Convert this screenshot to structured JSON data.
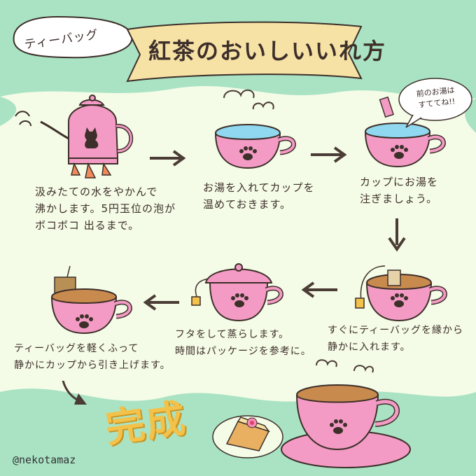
{
  "header": {
    "tag": "ティーバッグ",
    "title": "紅茶のおいしいいれ方"
  },
  "steps": [
    {
      "lines": [
        "汲みたての水をやかんで",
        "沸かします。5円玉位の泡が",
        "ボコボコ 出るまで。"
      ]
    },
    {
      "lines": [
        "お湯を入れてカップを",
        "温めておきます。"
      ]
    },
    {
      "lines": [
        "カップにお湯を",
        "注ぎましょう。"
      ]
    },
    {
      "lines": [
        "すぐにティーバッグを縁から",
        "静かに入れます。"
      ]
    },
    {
      "lines": [
        "フタをして蒸らします。",
        "時間はパッケージを参考に。"
      ]
    },
    {
      "lines": [
        "ティーバッグを軽くふって",
        "静かにカップから引き上げます。"
      ]
    }
  ],
  "bubble": {
    "lines": [
      "前のお湯は",
      "すててね!!"
    ]
  },
  "finish": {
    "label": "完成"
  },
  "credit": {
    "handle": "@nekotamaz"
  },
  "colors": {
    "mint": "#a9e3c4",
    "cream": "#f4fbe6",
    "banner": "#f7e2a6",
    "cup_pink": "#f39bc4",
    "tea": "#c98a4e",
    "water": "#8fd8ef",
    "ink": "#3d2f2a",
    "gold": "#f2c24a"
  },
  "icons": [
    "teapot-icon",
    "cat-silhouette-icon",
    "teacup-icon",
    "paw-icon",
    "steam-icon",
    "arrow-icon",
    "teabag-icon",
    "cake-icon",
    "saucer-icon"
  ]
}
